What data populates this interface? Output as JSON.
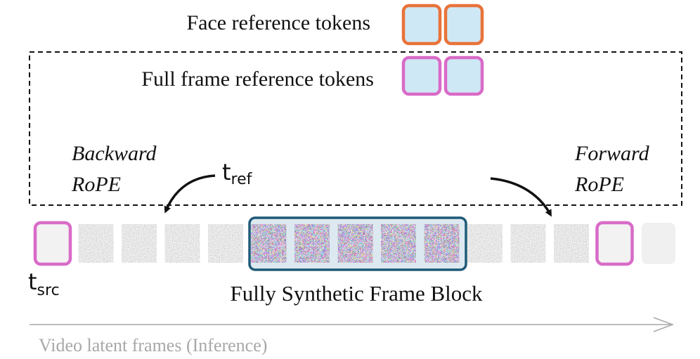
{
  "labels": {
    "face_ref": "Face reference tokens",
    "full_ref": "Full frame reference tokens",
    "backward_line1": "Backward",
    "backward_line2": "RoPE",
    "forward_line1": "Forward",
    "forward_line2": "RoPE",
    "t_ref_base": "t",
    "t_ref_sub": "ref",
    "t_src_base": "t",
    "t_src_sub": "src",
    "synthetic_block": "Fully Synthetic Frame Block",
    "timeline": "Video latent frames (Inference)"
  },
  "colors": {
    "face_border": "#e8733a",
    "full_border": "#d96bc8",
    "token_fill": "#cfe8f5",
    "block_border": "#1f5a78",
    "block_fill": "#dde9f0",
    "text": "#111111",
    "timeline_gray": "#a8a8a8"
  },
  "frames": [
    {
      "kind": "ref-empty",
      "name": "source-frame"
    },
    {
      "kind": "gray-noise",
      "name": "noisy-frame"
    },
    {
      "kind": "gray-noise",
      "name": "noisy-frame"
    },
    {
      "kind": "gray-noise",
      "name": "noisy-frame"
    },
    {
      "kind": "gray-noise",
      "name": "noisy-frame"
    },
    {
      "kind": "color-noise",
      "name": "synthetic-frame"
    },
    {
      "kind": "color-noise",
      "name": "synthetic-frame"
    },
    {
      "kind": "color-noise",
      "name": "synthetic-frame"
    },
    {
      "kind": "color-noise",
      "name": "synthetic-frame"
    },
    {
      "kind": "color-noise",
      "name": "synthetic-frame"
    },
    {
      "kind": "gray-noise",
      "name": "noisy-frame"
    },
    {
      "kind": "gray-noise",
      "name": "noisy-frame"
    },
    {
      "kind": "gray-noise",
      "name": "noisy-frame"
    },
    {
      "kind": "ref-empty",
      "name": "reference-frame"
    },
    {
      "kind": "light-empty",
      "name": "empty-frame"
    }
  ]
}
